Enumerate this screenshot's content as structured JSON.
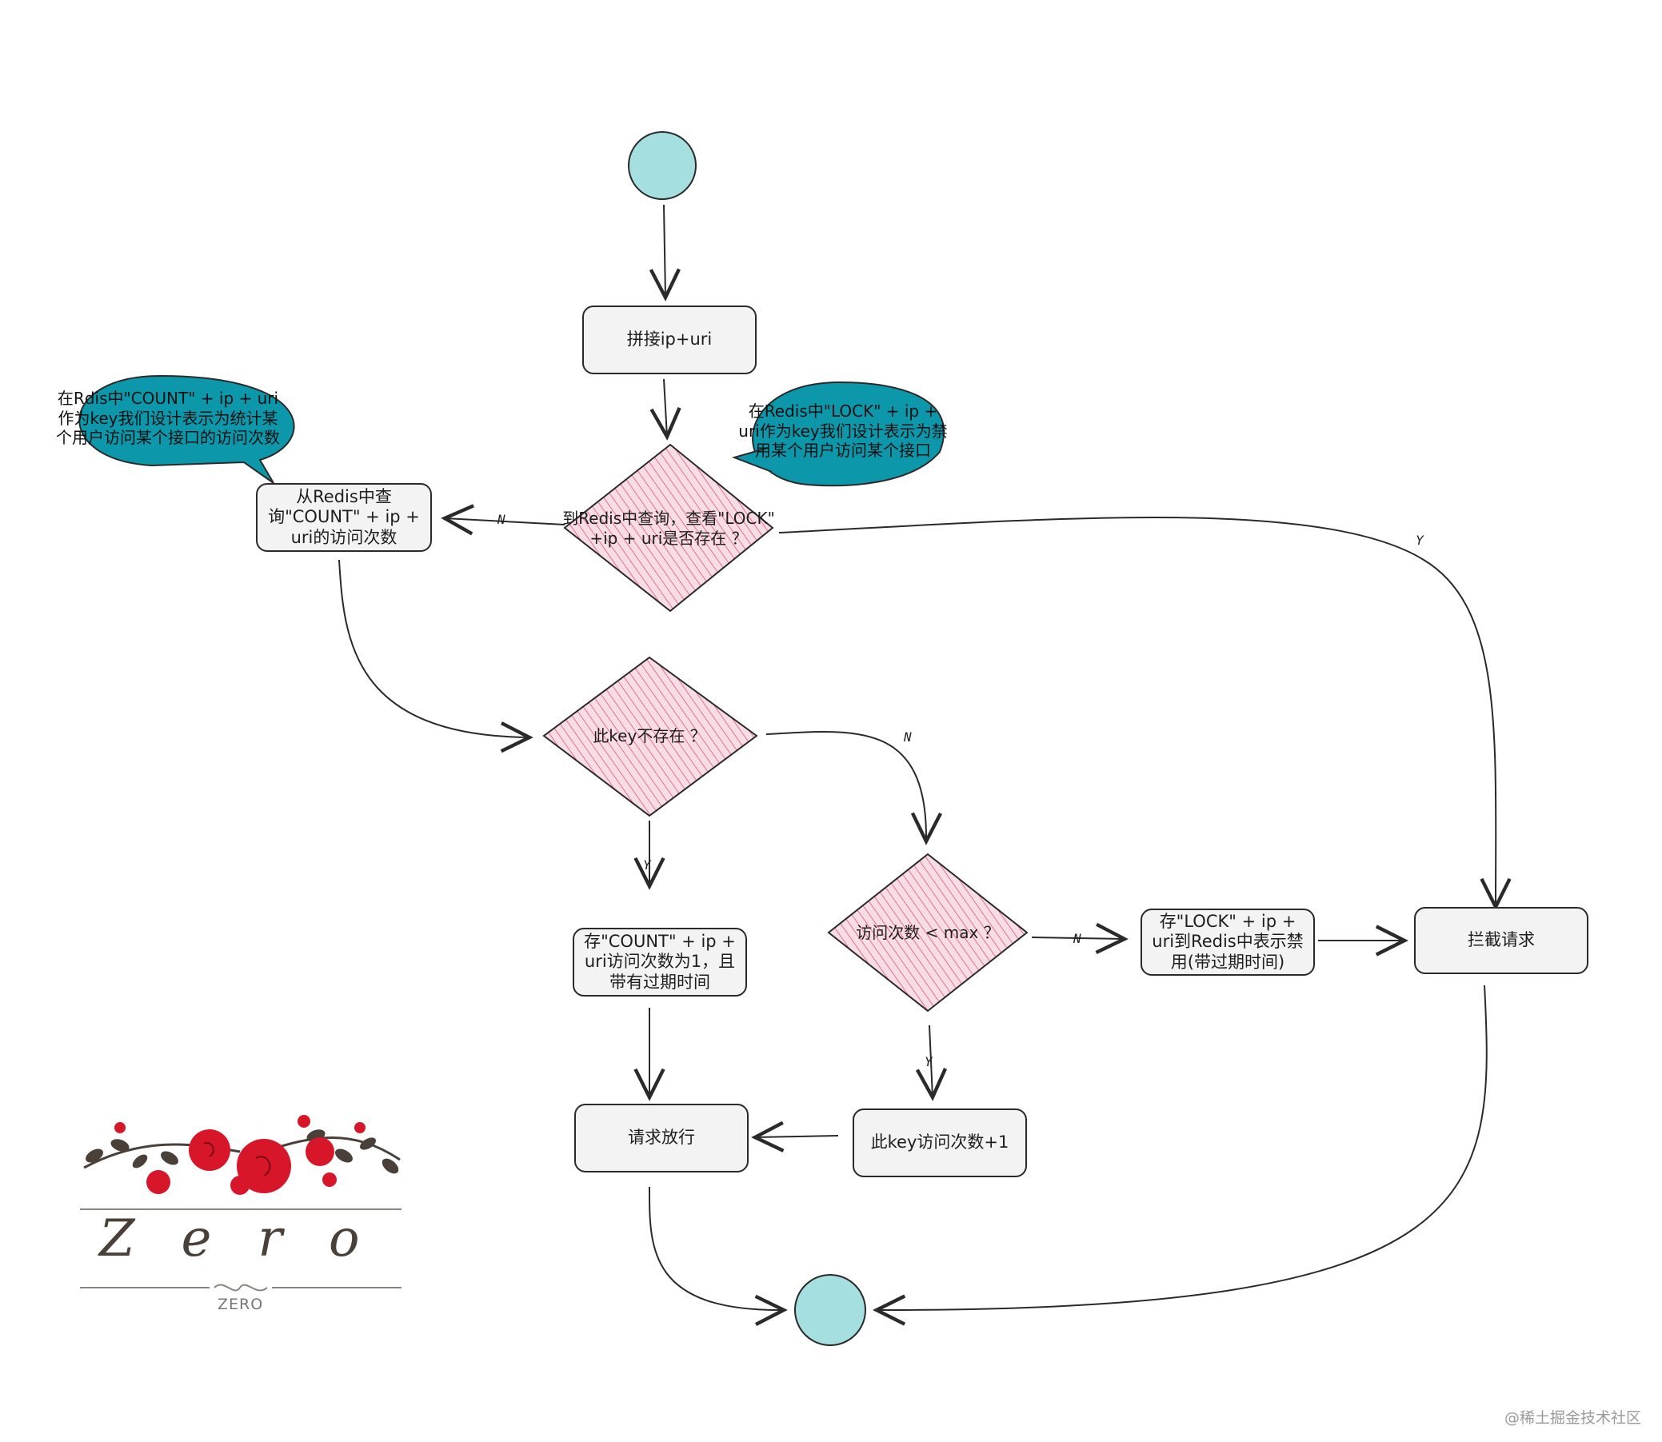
{
  "nodes": {
    "splice": "拼接ip+uri",
    "query_count": "从Redis中查询\"COUNT\" + ip + uri的访问次数",
    "lock_exists": "到Redis中查询，查看\"LOCK\" +ip + uri是否存在 ？",
    "key_not_exist": "此key不存在 ？",
    "store_count": "存\"COUNT\" + ip + uri访问次数为1，且带有过期时间",
    "count_lt_max": "访问次数 < max ？",
    "store_lock": "存\"LOCK\" + ip + uri到Redis中表示禁用(带过期时间)",
    "intercept": "拦截请求",
    "release": "请求放行",
    "incr": "此key访问次数+1"
  },
  "notes": {
    "count_note": "在Rdis中\"COUNT\" + ip + uri作为key我们设计表示为统计某个用户访问某个接口的访问次数",
    "lock_note": "在Redis中\"LOCK\" + ip + uri作为key我们设计表示为禁用某个用户访问某个接口"
  },
  "edge_labels": {
    "lock_no": "N",
    "lock_yes": "Y",
    "key_yes": "Y",
    "key_no": "N",
    "max_no": "N",
    "max_yes": "Y"
  },
  "logo": {
    "word": "Zero",
    "sub": "ZERO"
  },
  "watermark": "@稀土掘金技术社区",
  "colors": {
    "terminal_fill": "#a5dfe0",
    "diamond_fill": "#f4c0d1",
    "diamond_hatch": "#e0748f",
    "bubble_fill": "#0c98aa",
    "box_fill": "#f3f3f4",
    "stroke": "#2a2a2a",
    "rose": "#d8162a"
  }
}
